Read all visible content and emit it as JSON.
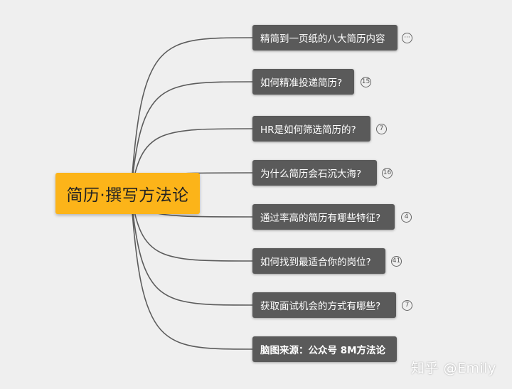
{
  "root": {
    "label": "简历·撰写方法论"
  },
  "branches": [
    {
      "label": "精简到一页纸的八大简历内容",
      "badge": "···",
      "bold": false
    },
    {
      "label": "如何精准投递简历?",
      "badge": "15",
      "bold": false
    },
    {
      "label": "HR是如何筛选简历的?",
      "badge": "7",
      "bold": false
    },
    {
      "label": "为什么简历会石沉大海?",
      "badge": "16",
      "bold": false
    },
    {
      "label": "通过率高的简历有哪些特征?",
      "badge": "4",
      "bold": false
    },
    {
      "label": "如何找到最适合你的岗位?",
      "badge": "41",
      "bold": false
    },
    {
      "label": "获取面试机会的方式有哪些?",
      "badge": "7",
      "bold": false
    },
    {
      "label": "脑图来源：公众号 8M方法论",
      "badge": "",
      "bold": true
    }
  ],
  "watermark": "知乎 @Emily",
  "colors": {
    "background": "#efefef",
    "root_fill": "#fcb419",
    "node_fill": "#5a5a5a",
    "connector": "#5c5c5c"
  }
}
